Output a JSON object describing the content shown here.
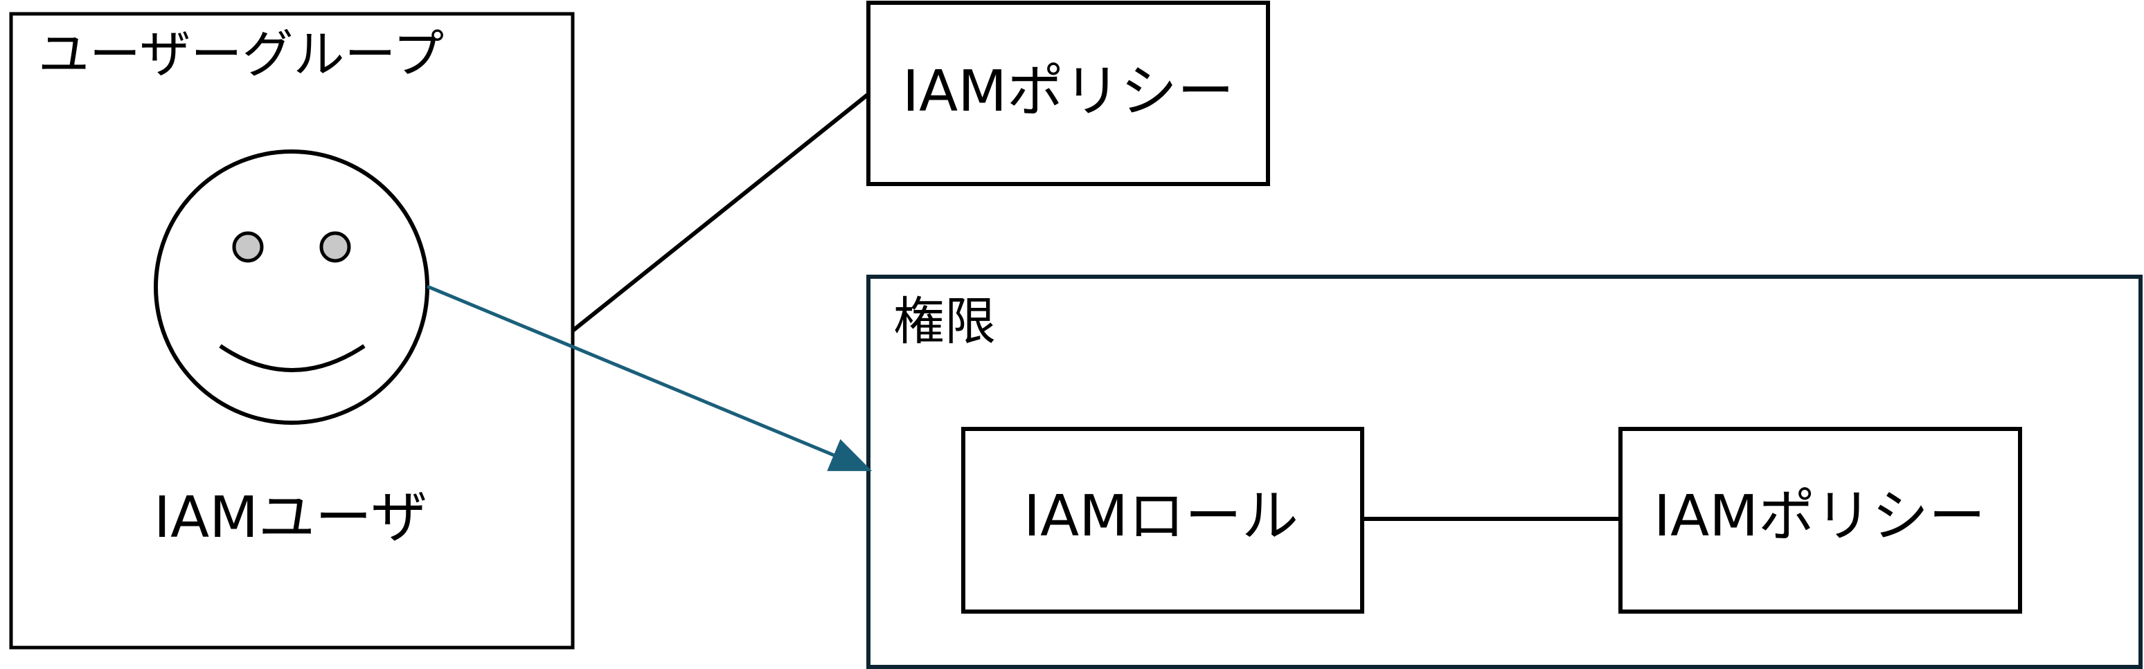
{
  "diagram": {
    "user_group": {
      "label": "ユーザーグループ",
      "user_label": "IAMユーザ"
    },
    "top_policy": {
      "label": "IAMポリシー"
    },
    "permissions": {
      "label": "権限",
      "role_label": "IAMロール",
      "policy_label": "IAMポリシー"
    },
    "colors": {
      "stroke": "#000000",
      "arrow": "#1a5f7a",
      "permissions_border": "#0d2433",
      "eye_fill": "#c8c8c8"
    },
    "icons": {
      "user": "smiley-face-icon"
    }
  }
}
